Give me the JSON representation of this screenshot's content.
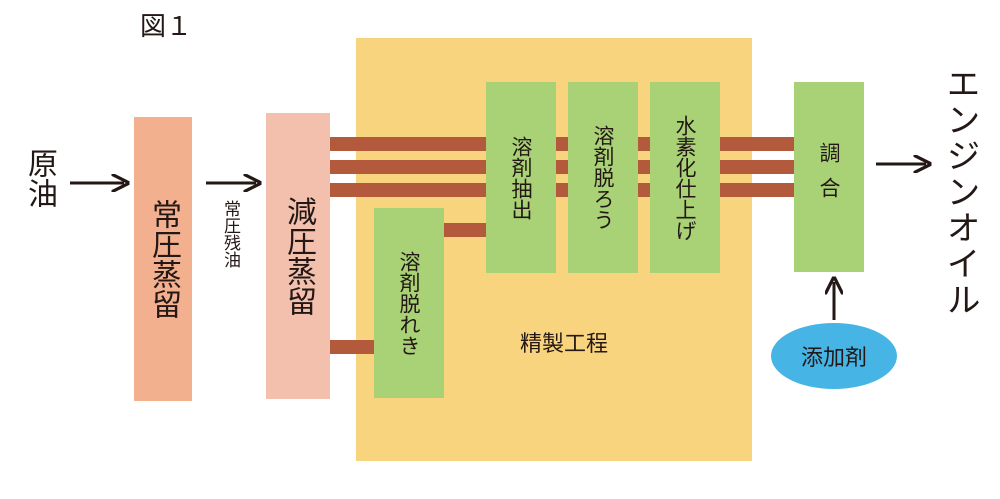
{
  "figure": {
    "label": "図１"
  },
  "inputs": {
    "crude": "原油"
  },
  "units": {
    "atmospheric": "常圧蒸留",
    "residue_label": "常圧残油",
    "vacuum": "減圧蒸留"
  },
  "refining": {
    "label": "精製工程",
    "deasphalting": "溶剤脱れき",
    "extraction": "溶剤抽出",
    "dewaxing": "溶剤脱ろう",
    "hydrofinishing": "水素化仕上げ"
  },
  "blending": {
    "label": "調合",
    "additive": "添加剤"
  },
  "output": {
    "product": "エンジンオイル"
  },
  "colors": {
    "atmospheric_box": "#f3b08f",
    "vacuum_box": "#f3c0ad",
    "refining_area": "#f9d47f",
    "process_box": "#a9d277",
    "pipe": "#b35a3c",
    "additive": "#46b5e6",
    "arrow": "#231815"
  }
}
